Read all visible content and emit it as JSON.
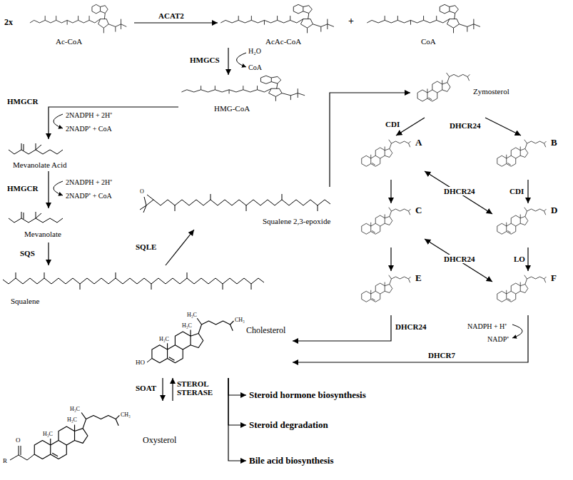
{
  "diagram": {
    "nodes": [
      {
        "text": [
          "Ac-CoA"
        ]
      },
      {
        "text": [
          "AcAc-CoA"
        ]
      },
      {
        "text": [
          "CoA"
        ]
      },
      {
        "text": [
          "HMG-CoA"
        ]
      },
      {
        "text": [
          "Mevanolate Acid"
        ]
      },
      {
        "text": [
          "Mevanolate"
        ]
      },
      {
        "text": [
          "Squalene"
        ]
      },
      {
        "text": [
          "Squalene 2,3-epoxide"
        ]
      },
      {
        "text": [
          "Zymosterol"
        ]
      },
      {
        "text": [
          "A"
        ]
      },
      {
        "text": [
          "B"
        ]
      },
      {
        "text": [
          "C"
        ]
      },
      {
        "text": [
          "D"
        ]
      },
      {
        "text": [
          "E"
        ]
      },
      {
        "text": [
          "F"
        ]
      },
      {
        "text": [
          "Cholesterol"
        ]
      },
      {
        "text": [
          "Oxysterol"
        ]
      },
      {
        "text": [
          "Steroid hormone biosynthesis"
        ]
      },
      {
        "text": [
          "Steroid degradation"
        ]
      },
      {
        "text": [
          "Bile acid biosynthesis"
        ]
      }
    ],
    "edges": [
      {
        "from": 0,
        "to": 1,
        "label": "ACAT2",
        "arrow": "to"
      },
      {
        "from": 1,
        "to": 3,
        "label": "HMGCS",
        "arrow": "to"
      },
      {
        "from": 3,
        "to": 4,
        "label": "HMGCR",
        "arrow": "to"
      },
      {
        "from": 4,
        "to": 5,
        "label": "HMGCR",
        "arrow": "to"
      },
      {
        "from": 5,
        "to": 6,
        "label": "SQS",
        "arrow": "to"
      },
      {
        "from": 6,
        "to": 7,
        "label": "SQLE",
        "arrow": "to"
      },
      {
        "from": 7,
        "to": 8,
        "arrow": "to"
      },
      {
        "from": 8,
        "to": 9,
        "label": "CDI",
        "arrow": "to"
      },
      {
        "from": 8,
        "to": 10,
        "label": "DHCR24",
        "arrow": "to"
      },
      {
        "from": 9,
        "to": 12,
        "label": "DHCR24",
        "arrow": "both"
      },
      {
        "from": 10,
        "to": 12,
        "label": "CDI",
        "arrow": "to"
      },
      {
        "from": 9,
        "to": 11,
        "arrow": "to"
      },
      {
        "from": 11,
        "to": 14,
        "label": "DHCR24",
        "arrow": "both"
      },
      {
        "from": 12,
        "to": 14,
        "label": "LO",
        "arrow": "to"
      },
      {
        "from": 11,
        "to": 13,
        "arrow": "to"
      },
      {
        "from": 13,
        "to": 15,
        "label": "DHCR24",
        "arrow": "to"
      },
      {
        "from": 14,
        "to": 15,
        "label": "DHCR7",
        "arrow": "to"
      },
      {
        "from": 15,
        "to": 16,
        "label": "SOAT",
        "arrow": "to"
      },
      {
        "from": 16,
        "to": 15,
        "label": "STEROL STERASE",
        "arrow": "to"
      },
      {
        "from": 15,
        "to": 17,
        "arrow": "to"
      },
      {
        "from": 15,
        "to": 18,
        "arrow": "to"
      },
      {
        "from": 15,
        "to": 19,
        "arrow": "to"
      }
    ],
    "labels": [
      "2x",
      "+",
      "H₂O",
      "CoA",
      "2NADPH + 2H⁺",
      "2NADP⁺ + CoA",
      "2NADPH + 2H⁺",
      "2NADP⁺ + CoA",
      "NADPH + H⁺",
      "NADP⁺",
      "H₃C",
      "H₃C",
      "H₃C",
      "CH₃",
      "HO",
      "H₃C",
      "H₃C",
      "H₃C",
      "CH₃",
      "O",
      "R",
      "O"
    ]
  }
}
